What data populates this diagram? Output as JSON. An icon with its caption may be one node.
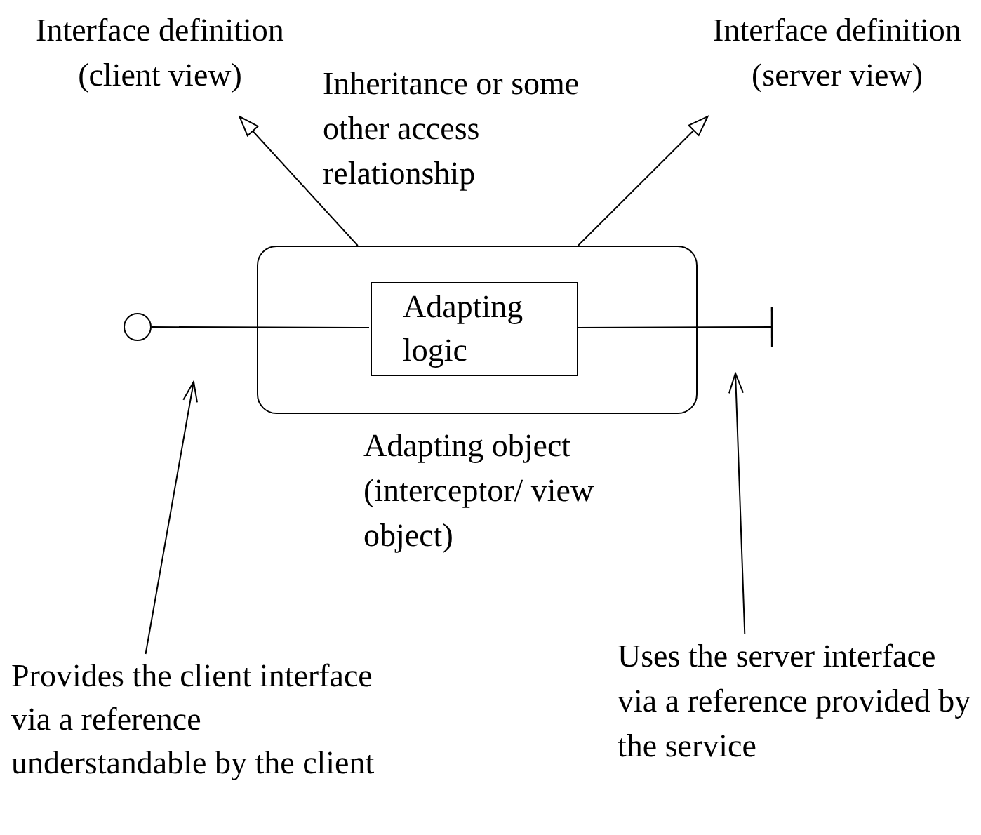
{
  "diagram": {
    "nodes": [
      {
        "text": [
          "Interface definition (client view)"
        ]
      },
      {
        "text": [
          "Interface definition (server view)"
        ]
      },
      {
        "text": [],
        "shape": "box",
        "beside": [
          "Adapting object (interceptor/ view object)"
        ]
      },
      {
        "text": [
          "Adapting logic"
        ],
        "in": 2
      },
      {
        "text": [],
        "shape": "circle"
      },
      {
        "text": [
          "Provides the client interface via a reference understandable by the client"
        ]
      },
      {
        "text": [
          "Uses the server interface via a reference provided by the service"
        ]
      }
    ],
    "edges": [
      {
        "from": 2,
        "to": 0,
        "arrow": "to"
      },
      {
        "from": 2,
        "to": 1,
        "arrow": "to"
      },
      {
        "from": 4,
        "to": 3,
        "arrow": "none"
      },
      {
        "from": 3,
        "to": null,
        "arrow": "other"
      },
      {
        "from": 5,
        "to": null,
        "arrow": "to"
      },
      {
        "from": 6,
        "to": null,
        "arrow": "to"
      }
    ],
    "labels": [
      "Inheritance or some other access relationship"
    ]
  }
}
